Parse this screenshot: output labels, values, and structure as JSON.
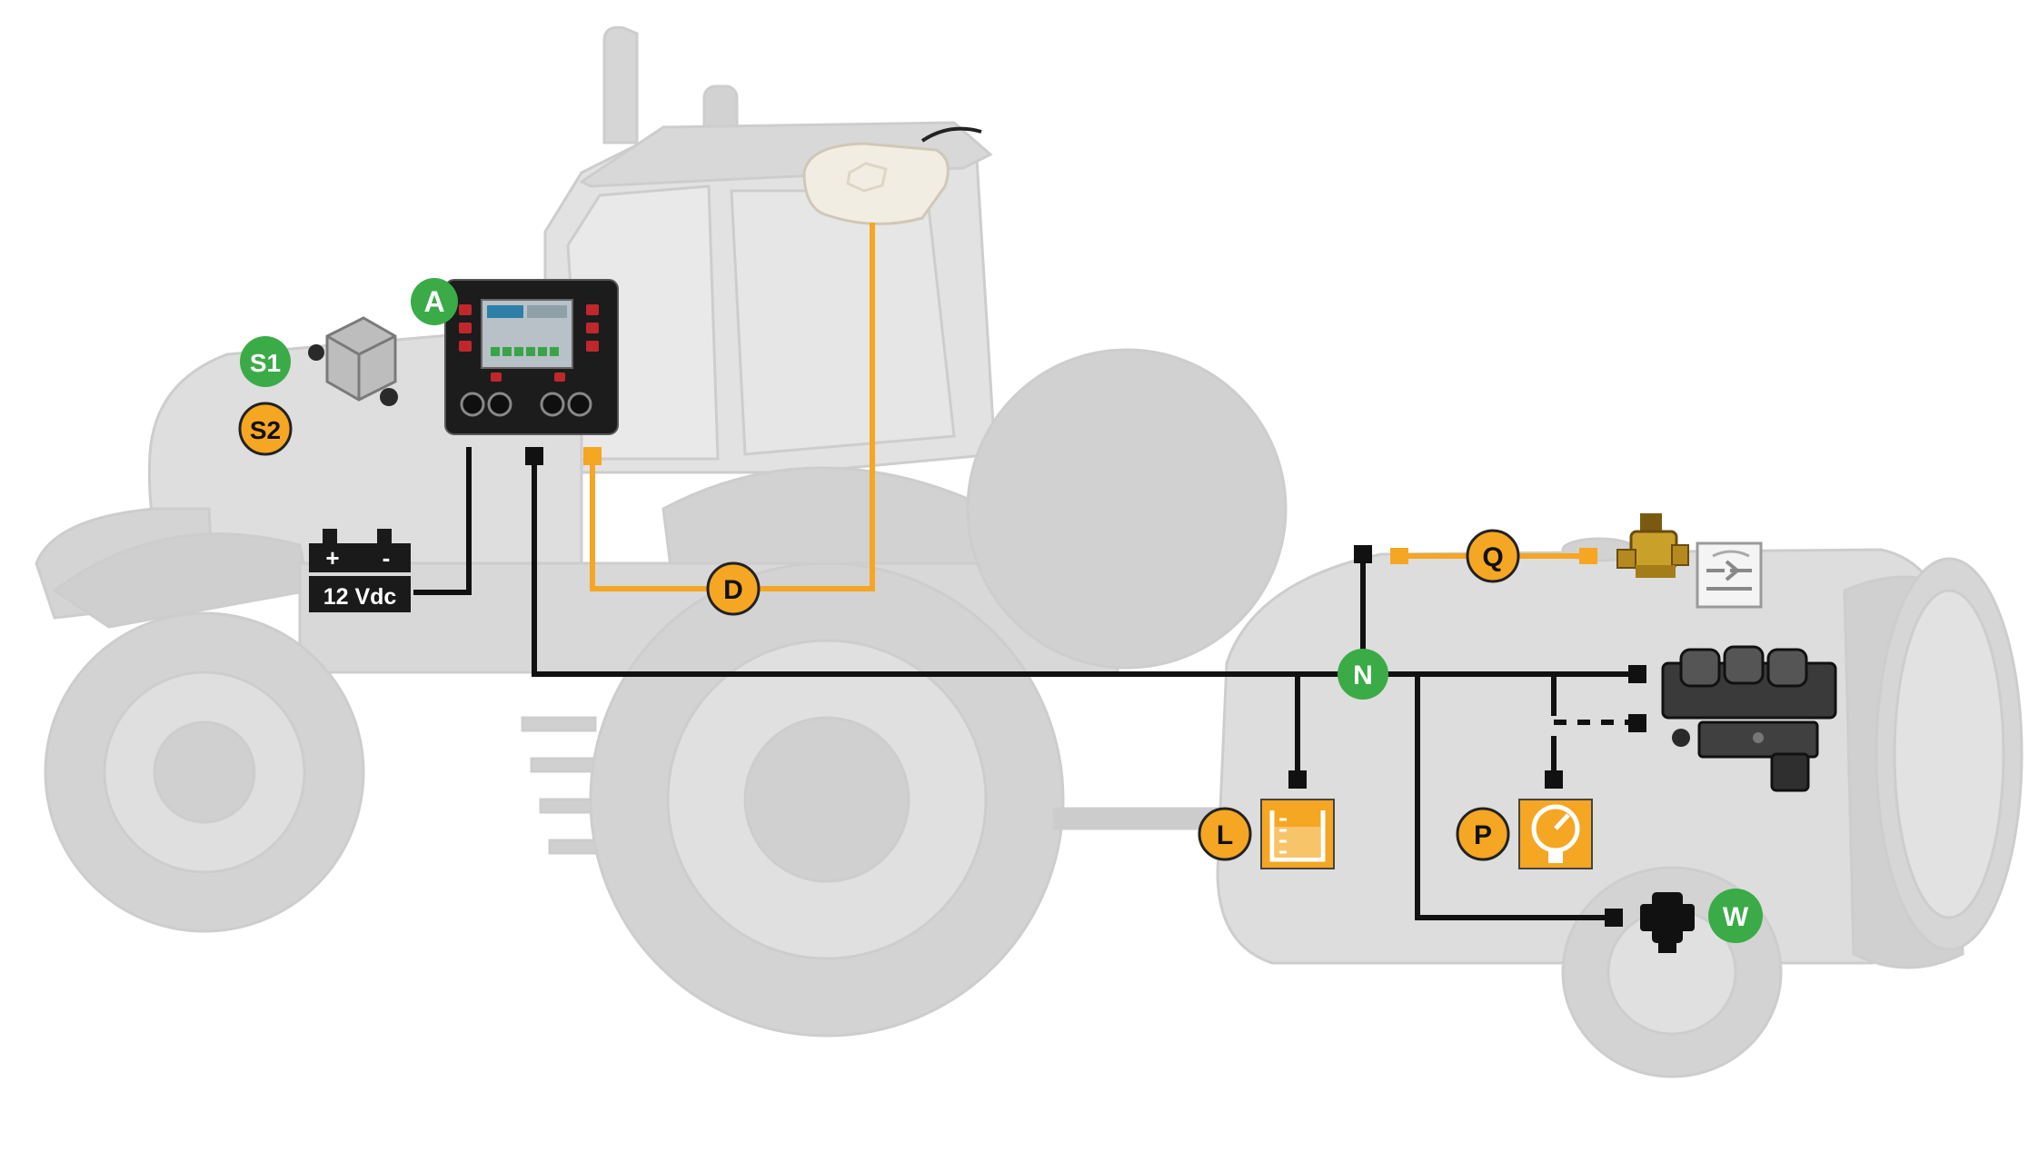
{
  "battery": {
    "label": "12 Vdc",
    "plus": "+",
    "minus": "-"
  },
  "badges": {
    "A": "A",
    "S1": "S1",
    "S2": "S2",
    "D": "D",
    "N": "N",
    "Q": "Q",
    "L": "L",
    "P": "P",
    "W": "W"
  },
  "icons": {
    "tank_level": "tank-level-icon",
    "pressure_gauge": "pressure-gauge-icon",
    "valve_schematic": "valve-schematic-icon"
  },
  "colors": {
    "green": "#3aab47",
    "orange": "#f5a623",
    "black": "#111111",
    "vehicle": "#dcdcdc",
    "vehicle_shadow": "#c4c4c4"
  }
}
